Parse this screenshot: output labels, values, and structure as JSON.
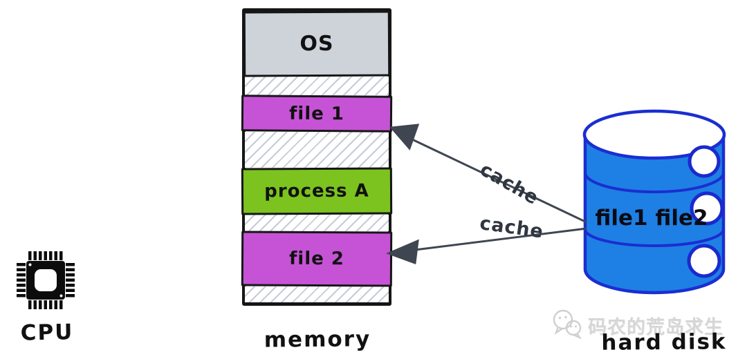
{
  "diagram": {
    "cpu": {
      "label": "CPU",
      "icon": "cpu-chip-icon"
    },
    "memory": {
      "label": "memory",
      "blocks": [
        {
          "id": "os",
          "kind": "os",
          "label": "OS",
          "color": "#ced3da"
        },
        {
          "id": "free-1",
          "kind": "free-hatched"
        },
        {
          "id": "file-1",
          "kind": "file",
          "label": "file 1",
          "color": "#c653d6"
        },
        {
          "id": "free-2",
          "kind": "free-hatched"
        },
        {
          "id": "process-a",
          "kind": "process",
          "label": "process A",
          "color": "#7cc31f"
        },
        {
          "id": "free-3",
          "kind": "free-hatched"
        },
        {
          "id": "file-2",
          "kind": "file",
          "label": "file 2",
          "color": "#c653d6"
        },
        {
          "id": "free-4",
          "kind": "free-hatched"
        }
      ]
    },
    "hard_disk": {
      "label": "hard disk",
      "content_label": "file1 file2",
      "fill_color": "#1e80e4",
      "outline_color": "#1b2ed1",
      "platter_holes": 3
    },
    "arrows": [
      {
        "label": "cache",
        "from": "hard-disk",
        "to": "file 1"
      },
      {
        "label": "cache",
        "from": "hard-disk",
        "to": "file 2"
      }
    ]
  },
  "watermark": {
    "text": "码农的荒岛求生",
    "icon": "wechat-icon",
    "color": "#d6d6d6"
  },
  "colors": {
    "background": "#ffffff",
    "arrow": "#3f4651",
    "block_border": "#161616",
    "hatch_line": "#c6cbd6",
    "text": "#111111"
  }
}
